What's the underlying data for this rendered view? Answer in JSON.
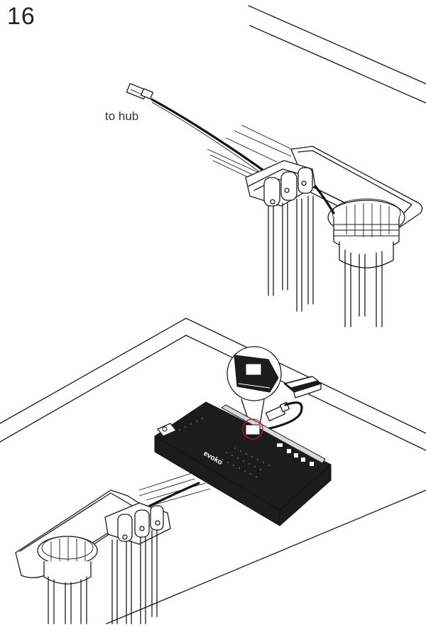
{
  "step": {
    "number": "16"
  },
  "callout": {
    "cable_destination": "to hub"
  },
  "device": {
    "brand": "evoko"
  },
  "colors": {
    "line": "#1a1a1a",
    "device_body": "#1c1c1c",
    "background": "#ffffff"
  },
  "icons": [
    "usb-plug-icon",
    "cable-clamp-icon",
    "grommet-icon",
    "zoom-callout-icon"
  ]
}
